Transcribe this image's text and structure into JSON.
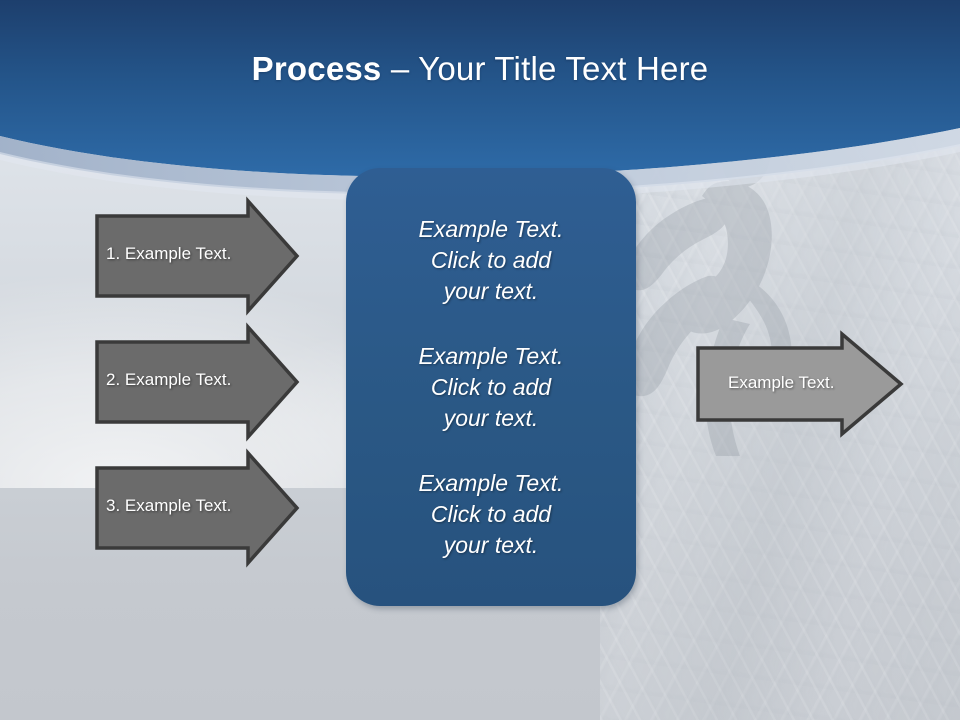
{
  "slide": {
    "title_bold": "Process",
    "title_rest": " – Your Title Text Here",
    "title_full": "Process – Your Title Text Here",
    "background_image": "rock-climber-photo"
  },
  "colors": {
    "header_blue_top": "#1f4270",
    "header_blue_bottom": "#2e6ba8",
    "arc_band": "#a9b6cc",
    "body_light": "#dde4ec",
    "body_gray": "#c3c7cd",
    "panel_blue": "#2b5885",
    "arrow_dark_gray": "#6b6b6b",
    "arrow_light_gray": "#9a9a9a",
    "arrow_outline": "#3a3a3a",
    "text_white": "#ffffff"
  },
  "left_arrows": [
    {
      "label": "1. Example Text.",
      "fill": "#6b6b6b"
    },
    {
      "label": "2. Example Text.",
      "fill": "#6b6b6b"
    },
    {
      "label": "3. Example Text.",
      "fill": "#6b6b6b"
    }
  ],
  "right_arrow": {
    "label": "Example Text.",
    "fill": "#9a9a9a"
  },
  "center_panel": {
    "blocks": [
      {
        "line1": "Example Text.",
        "line2": "Click  to add",
        "line3": "your text."
      },
      {
        "line1": "Example Text.",
        "line2": "Click  to add",
        "line3": "your text."
      },
      {
        "line1": "Example Text.",
        "line2": "Click  to add",
        "line3": "your text."
      }
    ]
  }
}
